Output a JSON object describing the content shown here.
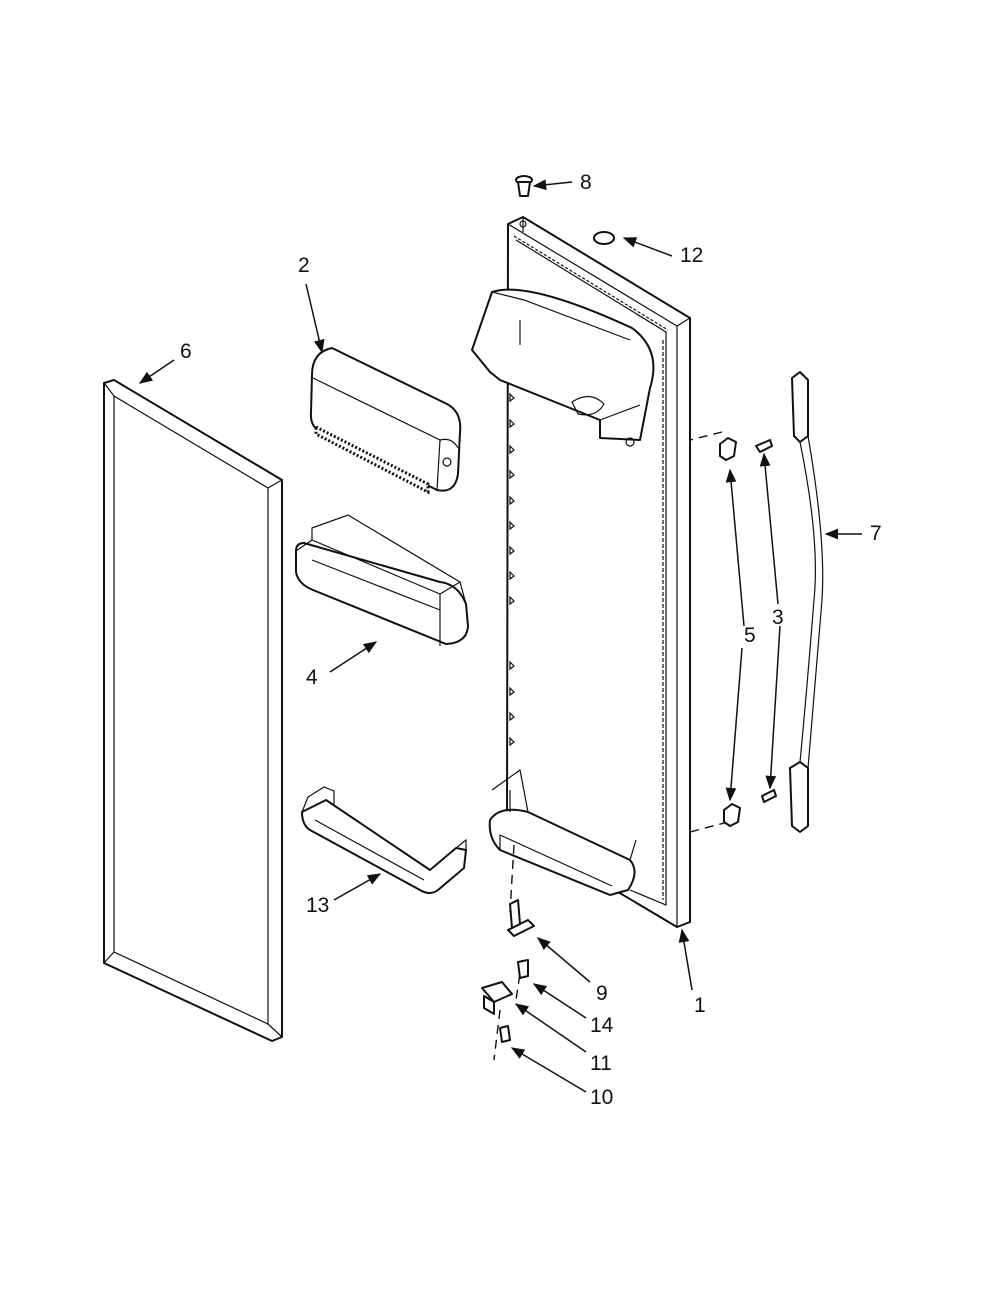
{
  "callouts": [
    {
      "id": "1",
      "label": "1"
    },
    {
      "id": "2",
      "label": "2"
    },
    {
      "id": "3",
      "label": "3"
    },
    {
      "id": "4",
      "label": "4"
    },
    {
      "id": "5",
      "label": "5"
    },
    {
      "id": "6",
      "label": "6"
    },
    {
      "id": "7",
      "label": "7"
    },
    {
      "id": "8",
      "label": "8"
    },
    {
      "id": "9",
      "label": "9"
    },
    {
      "id": "10",
      "label": "10"
    },
    {
      "id": "11",
      "label": "11"
    },
    {
      "id": "12",
      "label": "12"
    },
    {
      "id": "13",
      "label": "13"
    },
    {
      "id": "14",
      "label": "14"
    }
  ],
  "colors": {
    "ink": "#111111",
    "paper": "#ffffff"
  }
}
